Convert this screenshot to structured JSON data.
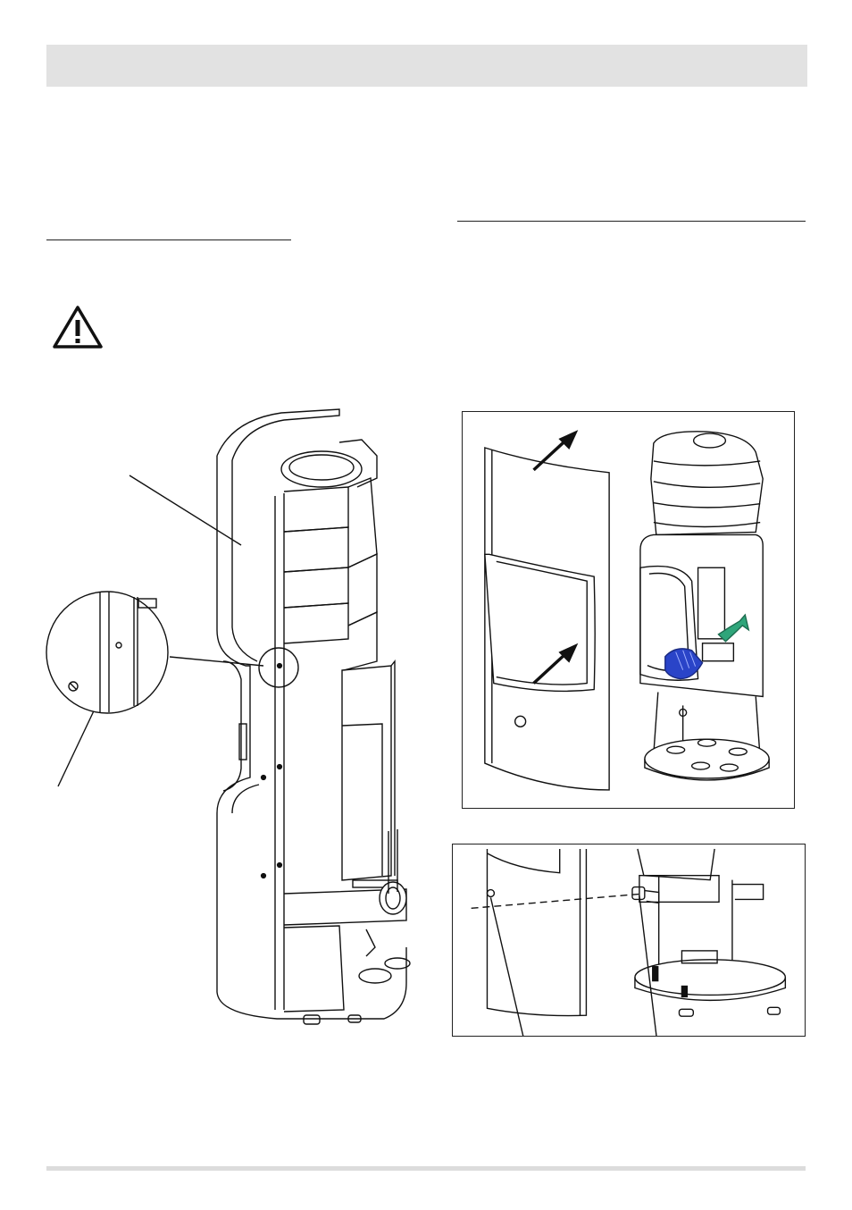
{
  "page": {
    "header_bar_color": "#e2e2e2",
    "footer_line_color": "#dcdcdc"
  },
  "left_section": {
    "warning_icon": "warning-triangle-icon",
    "figure_icon": "stove-side-panel-removal-illustration"
  },
  "right_section": {
    "top_figure_icon": "stove-front-panel-lift-illustration",
    "bottom_figure_icon": "stove-panel-pin-alignment-illustration",
    "arrow_icon": "arrow-up-right-icon",
    "glove_color": "#2a44c8",
    "curved_arrow_color": "#2fa57a"
  }
}
